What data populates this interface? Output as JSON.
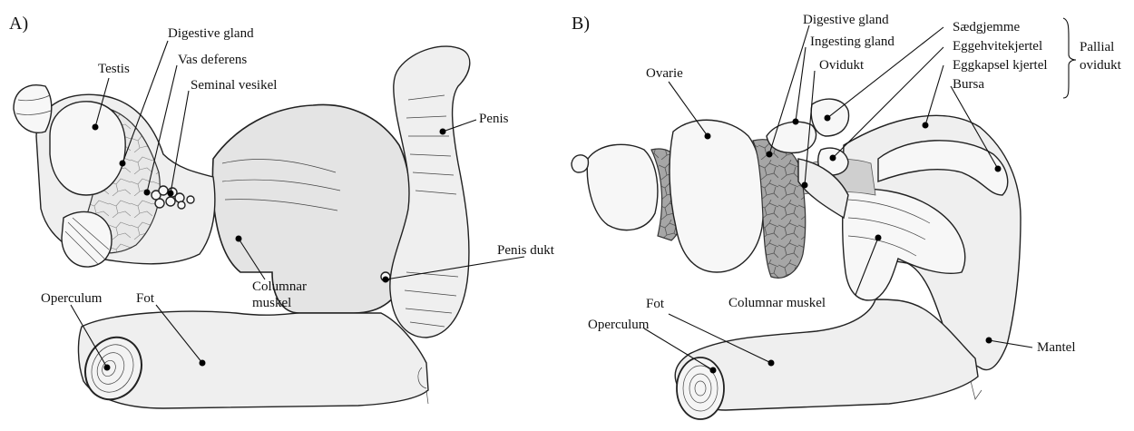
{
  "panel_a": {
    "tag": "A)",
    "labels": {
      "testis": "Testis",
      "digestive_gland": "Digestive gland",
      "vas_deferens": "Vas deferens",
      "seminal_vesikel": "Seminal vesikel",
      "penis": "Penis",
      "penis_dukt": "Penis dukt",
      "columnar_muskel_1": "Columnar",
      "columnar_muskel_2": "muskel",
      "operculum": "Operculum",
      "fot": "Fot"
    }
  },
  "panel_b": {
    "tag": "B)",
    "labels": {
      "digestive_gland": "Digestive gland",
      "ingesting_gland": "Ingesting gland",
      "ovidukt": "Ovidukt",
      "saedgjemme": "Sædgjemme",
      "eggehvitekjertel": "Eggehvitekjertel",
      "eggkapsel_kjertel": "Eggkapsel kjertel",
      "bursa": "Bursa",
      "pallial_1": "Pallial",
      "pallial_2": "ovidukt",
      "ovarie": "Ovarie",
      "columnar_muskel": "Columnar muskel",
      "fot": "Fot",
      "operculum": "Operculum",
      "mantel": "Mantel"
    }
  }
}
